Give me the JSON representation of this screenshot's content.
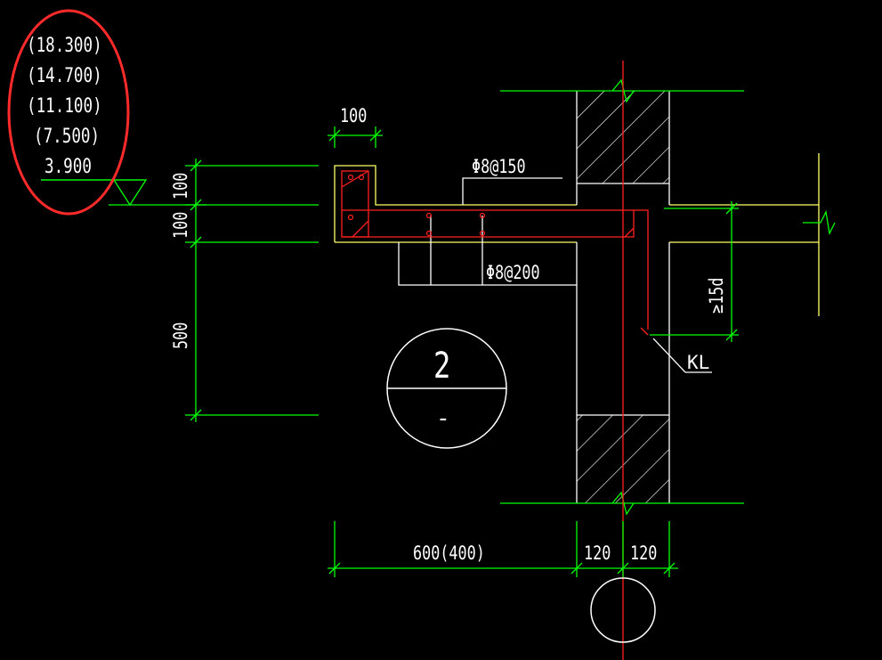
{
  "elevations": [
    "(18.300)",
    "(14.700)",
    "(11.100)",
    "(7.500)",
    "3.900"
  ],
  "dimensions": {
    "top_width": "100",
    "left_upper": "100",
    "left_middle": "100",
    "left_lower": "500",
    "bottom_main": "600(400)",
    "bottom_col_left": "120",
    "bottom_col_right": "120",
    "anchorage": "≥15d"
  },
  "rebar_labels": {
    "top": "Φ8@150",
    "bottom": "Φ8@200",
    "beam": "KL"
  },
  "detail_bubble": {
    "number": "2",
    "sheet": "-"
  },
  "colors": {
    "background": "#000000",
    "dimension_lines": "#00ff00",
    "outline": "#ffffff",
    "slab_edge": "#ffff66",
    "rebar": "#ff2020",
    "highlight_circle": "#ff2a2a"
  }
}
